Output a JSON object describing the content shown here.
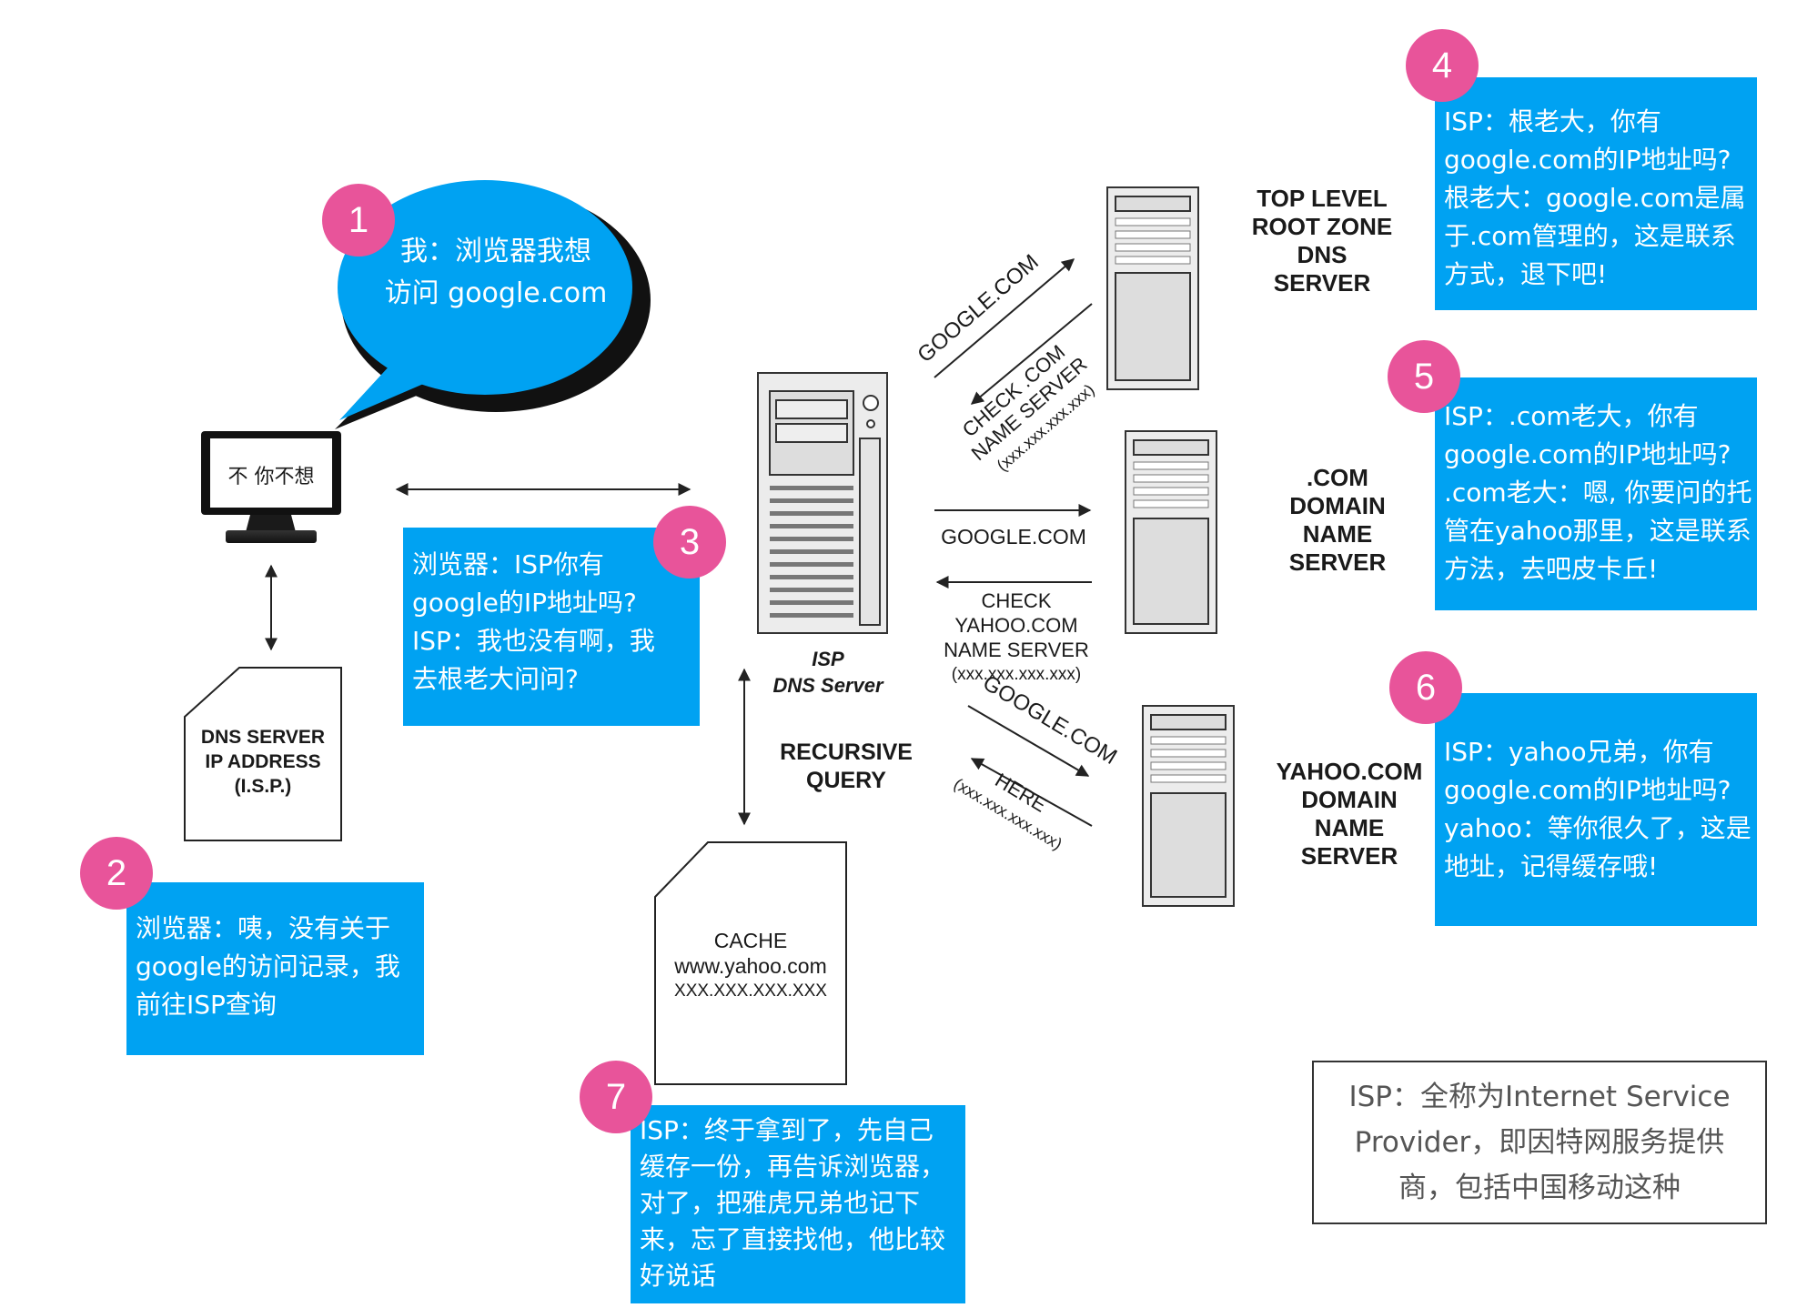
{
  "colors": {
    "note_blue": "#00a2f2",
    "badge_pink": "#e8549a"
  },
  "badges": [
    "1",
    "2",
    "3",
    "4",
    "5",
    "6",
    "7"
  ],
  "bubble": {
    "lines": [
      "我：浏览器我想",
      "访问 google.com"
    ]
  },
  "monitor_text": "不 你不想",
  "dns_file": {
    "lines": [
      "DNS SERVER",
      "IP ADDRESS",
      "(I.S.P.)"
    ]
  },
  "isp_server": {
    "line1": "ISP",
    "line2": "DNS Server"
  },
  "recursive_query": {
    "line1": "RECURSIVE",
    "line2": "QUERY"
  },
  "cache_file": {
    "lines": [
      "CACHE",
      "www.yahoo.com",
      "XXX.XXX.XXX.XXX"
    ]
  },
  "servers": {
    "root": {
      "lines": [
        "TOP LEVEL",
        "ROOT ZONE",
        "DNS",
        "SERVER"
      ]
    },
    "com": {
      "lines": [
        ".COM",
        "DOMAIN",
        "NAME",
        "SERVER"
      ]
    },
    "yahoo": {
      "lines": [
        "YAHOO.COM",
        "DOMAIN",
        "NAME",
        "SERVER"
      ]
    }
  },
  "arrow_labels": {
    "to_root": "GOOGLE.COM",
    "from_root": {
      "lines": [
        "CHECK .COM",
        "NAME SERVER",
        "(xxx.xxx.xxx.xxx)"
      ]
    },
    "to_com": "GOOGLE.COM",
    "from_com": {
      "lines": [
        "CHECK",
        "YAHOO.COM",
        "NAME SERVER",
        "(xxx.xxx.xxx.xxx)"
      ]
    },
    "to_yahoo": "GOOGLE.COM",
    "from_yahoo": {
      "lines": [
        "HERE",
        "(xxx.xxx.xxx.xxx)"
      ]
    }
  },
  "notes": {
    "n2": [
      "浏览器：咦，没有关于",
      "google的访问记录，我",
      "前往ISP查询"
    ],
    "n3": [
      "浏览器：ISP你有",
      "google的IP地址吗?",
      "ISP：我也没有啊，我",
      "去根老大问问?"
    ],
    "n4": [
      "ISP：根老大，你有",
      "google.com的IP地址吗?",
      "根老大：google.com是属",
      "于.com管理的，这是联系",
      "方式，退下吧!"
    ],
    "n5": [
      "ISP：.com老大，你有",
      "google.com的IP地址吗?",
      ".com老大：嗯, 你要问的托",
      "管在yahoo那里，这是联系",
      "方法，去吧皮卡丘!"
    ],
    "n6": [
      "ISP：yahoo兄弟，你有",
      "google.com的IP地址吗?",
      "yahoo：等你很久了，这是",
      "地址，记得缓存哦!"
    ],
    "n7": [
      "ISP：终于拿到了，先自己",
      "缓存一份，再告诉浏览器，",
      "对了，把雅虎兄弟也记下",
      "来，忘了直接找他，他比较",
      "好说话"
    ]
  },
  "isp_definition": {
    "lines": [
      "ISP：全称为Internet Service",
      "Provider，即因特网服务提供",
      "商，包括中国移动这种"
    ]
  }
}
